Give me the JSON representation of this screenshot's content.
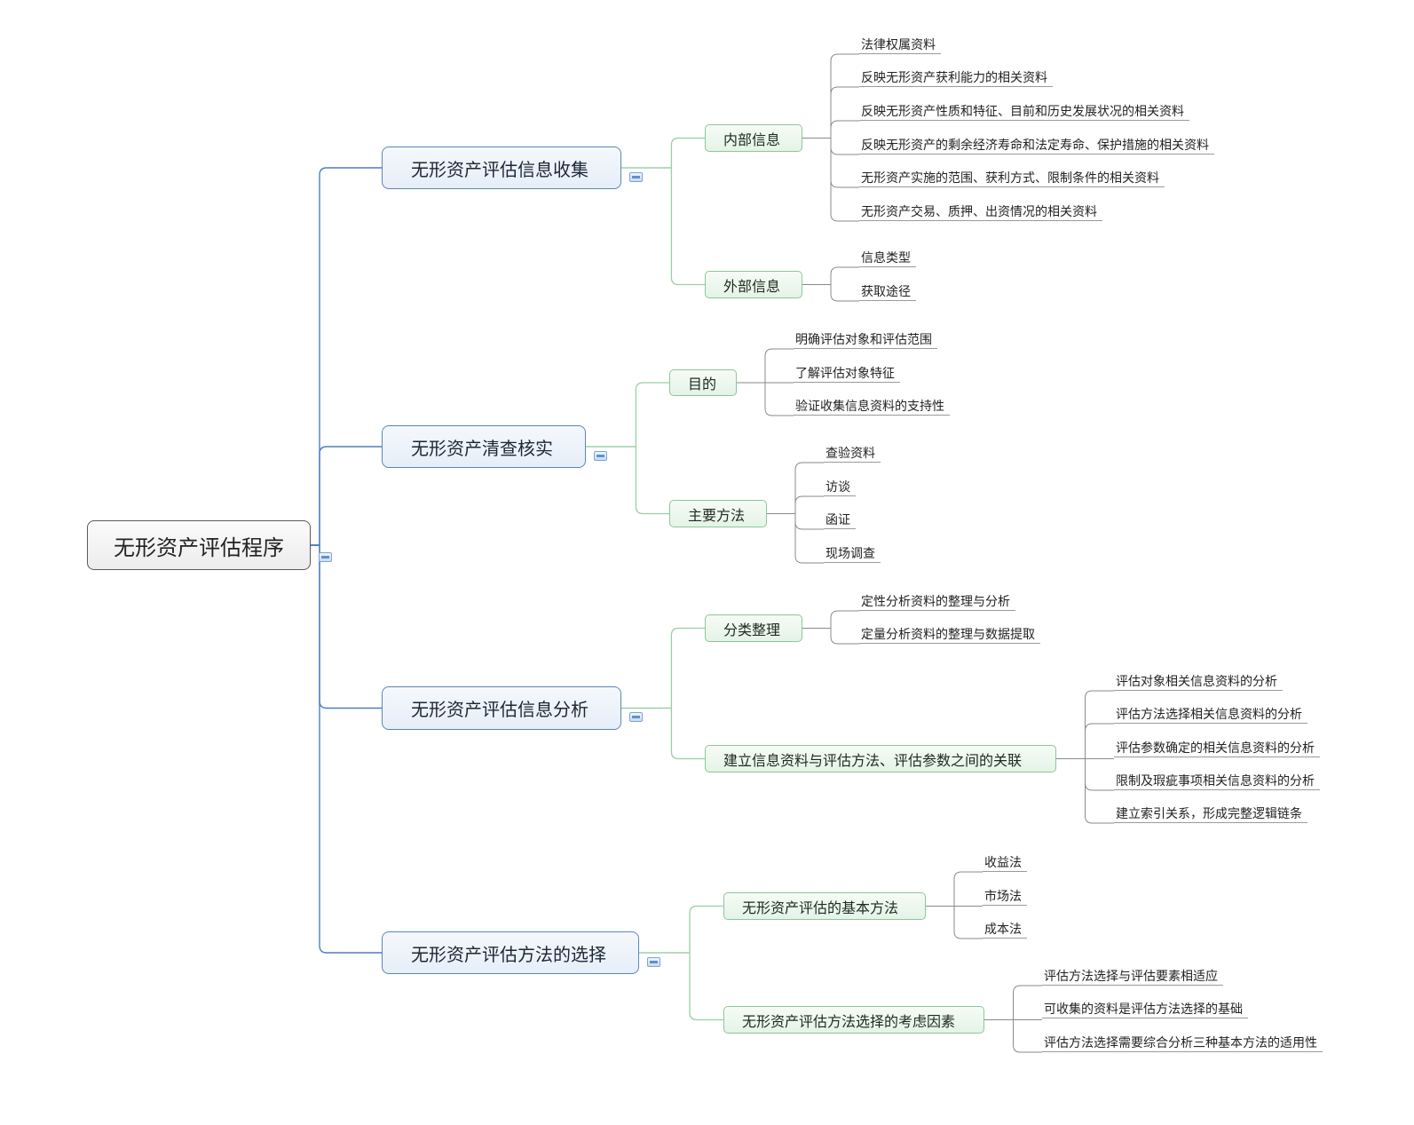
{
  "colors": {
    "root_border": "#5a5a5a",
    "level1_border": "#5b86b8",
    "level1_connector": "#4f7fbf",
    "level2_border": "#8cc69a",
    "level2_connector": "#9bcfa4",
    "leaf_connector": "#8a8a8a"
  },
  "mindmap": {
    "root": "无形资产评估程序",
    "branches": [
      {
        "label": "无形资产评估信息收集",
        "children": [
          {
            "label": "内部信息",
            "leaves": [
              "法律权属资料",
              "反映无形资产获利能力的相关资料",
              "反映无形资产性质和特征、目前和历史发展状况的相关资料",
              "反映无形资产的剩余经济寿命和法定寿命、保护措施的相关资料",
              "无形资产实施的范围、获利方式、限制条件的相关资料",
              "无形资产交易、质押、出资情况的相关资料"
            ]
          },
          {
            "label": "外部信息",
            "leaves": [
              "信息类型",
              "获取途径"
            ]
          }
        ]
      },
      {
        "label": "无形资产清查核实",
        "children": [
          {
            "label": "目的",
            "leaves": [
              "明确评估对象和评估范围",
              "了解评估对象特征",
              "验证收集信息资料的支持性"
            ]
          },
          {
            "label": "主要方法",
            "leaves": [
              "查验资料",
              "访谈",
              "函证",
              "现场调查"
            ]
          }
        ]
      },
      {
        "label": "无形资产评估信息分析",
        "children": [
          {
            "label": "分类整理",
            "leaves": [
              "定性分析资料的整理与分析",
              "定量分析资料的整理与数据提取"
            ]
          },
          {
            "label": "建立信息资料与评估方法、评估参数之间的关联",
            "leaves": [
              "评估对象相关信息资料的分析",
              "评估方法选择相关信息资料的分析",
              "评估参数确定的相关信息资料的分析",
              "限制及瑕疵事项相关信息资料的分析",
              "建立索引关系，形成完整逻辑链条"
            ]
          }
        ]
      },
      {
        "label": "无形资产评估方法的选择",
        "children": [
          {
            "label": "无形资产评估的基本方法",
            "leaves": [
              "收益法",
              "市场法",
              "成本法"
            ]
          },
          {
            "label": "无形资产评估方法选择的考虑因素",
            "leaves": [
              "评估方法选择与评估要素相适应",
              "可收集的资料是评估方法选择的基础",
              "评估方法选择需要综合分析三种基本方法的适用性"
            ]
          }
        ]
      }
    ]
  }
}
